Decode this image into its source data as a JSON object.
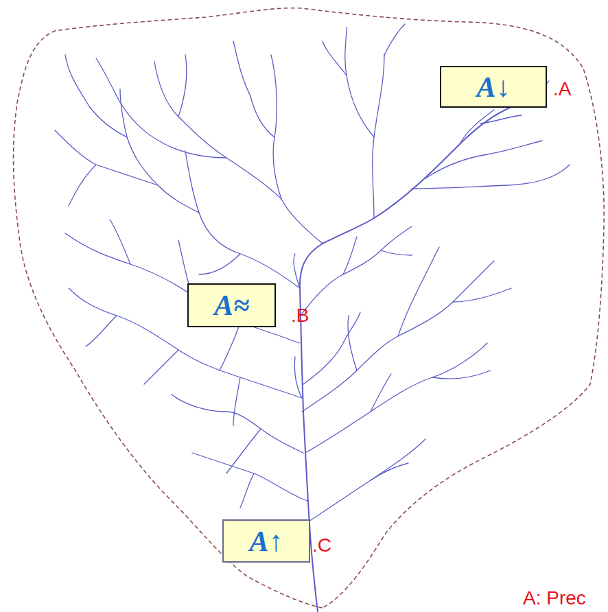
{
  "diagram": {
    "nodes": [
      {
        "text": [
          "A↓"
        ]
      },
      {
        "text": [
          "A≈"
        ]
      },
      {
        "text": [
          "A↑"
        ]
      }
    ],
    "labels": [
      ".A",
      ".B",
      ".C",
      "A: Prec"
    ]
  }
}
